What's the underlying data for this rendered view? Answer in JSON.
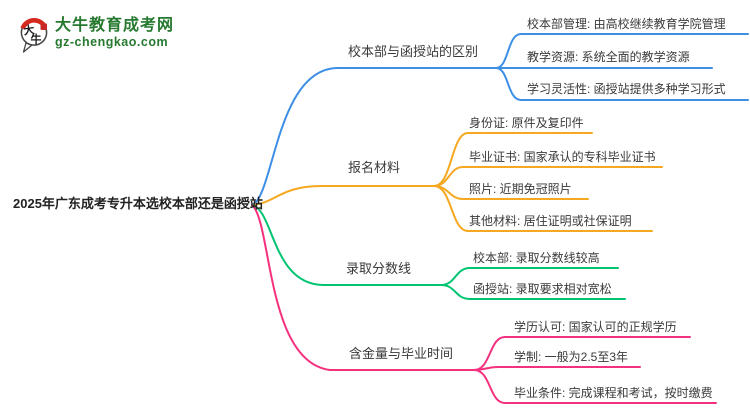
{
  "logo": {
    "title": "大牛教育成考网",
    "subtitle": "gz-chengkao.com",
    "icon": {
      "char_top": "大",
      "char_bottom": "牛"
    }
  },
  "root": {
    "label": "2025年广东成考专升本选校本部还是函授站"
  },
  "branches": [
    {
      "label": "校本部与函授站的区别",
      "color": "#3D8FE6",
      "items": [
        "校本部管理: 由高校继续教育学院管理",
        "教学资源: 系统全面的教学资源",
        "学习灵活性: 函授站提供多种学习形式"
      ]
    },
    {
      "label": "报名材料",
      "color": "#F5A820",
      "items": [
        "身份证: 原件及复印件",
        "毕业证书: 国家承认的专科毕业证书",
        "照片: 近期免冠照片",
        "其他材料: 居住证明或社保证明"
      ]
    },
    {
      "label": "录取分数线",
      "color": "#00C472",
      "items": [
        "校本部: 录取分数线较高",
        "函授站: 录取要求相对宽松"
      ]
    },
    {
      "label": "含金量与毕业时间",
      "color": "#F5317F",
      "items": [
        "学历认可: 国家认可的正规学历",
        "学制: 一般为2.5至3年",
        "毕业条件: 完成课程和考试，按时缴费"
      ]
    }
  ],
  "colors": {
    "background": "#FFFFFF",
    "text": "#3A3A3A",
    "logo_green": "#26792F"
  }
}
